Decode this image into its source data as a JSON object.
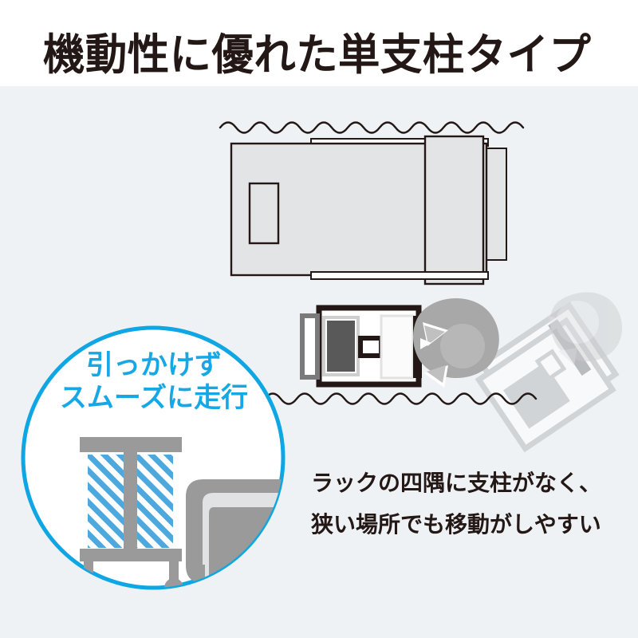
{
  "header": {
    "title": "機動性に優れた単支柱タイプ"
  },
  "badge": {
    "line1": "引っかけず",
    "line2": "スムーズに走行",
    "accent_color": "#15a8e4",
    "fill_color": "#ffffff"
  },
  "caption": {
    "line1": "ラックの四隅に支柱がなく、",
    "line2": "狭い場所でも移動がしやすい"
  },
  "illustration": {
    "description": "top-down view of a desk with a person pushing a single-post cart through a narrow aisle",
    "wave_line_color": "#231815",
    "desk_fill": "#e3e4e6",
    "desk_stroke": "#231815",
    "cart_dark": "#4d4d4d",
    "cart_outline": "#231815",
    "person_gray": "#a8a8a8",
    "ghost_gray": "#c9cbcd",
    "rack_gray": "#9a9a9a",
    "hatch_blue": "#4da8dd",
    "background": "#eff2f5",
    "panel_background": "#ffffff"
  }
}
